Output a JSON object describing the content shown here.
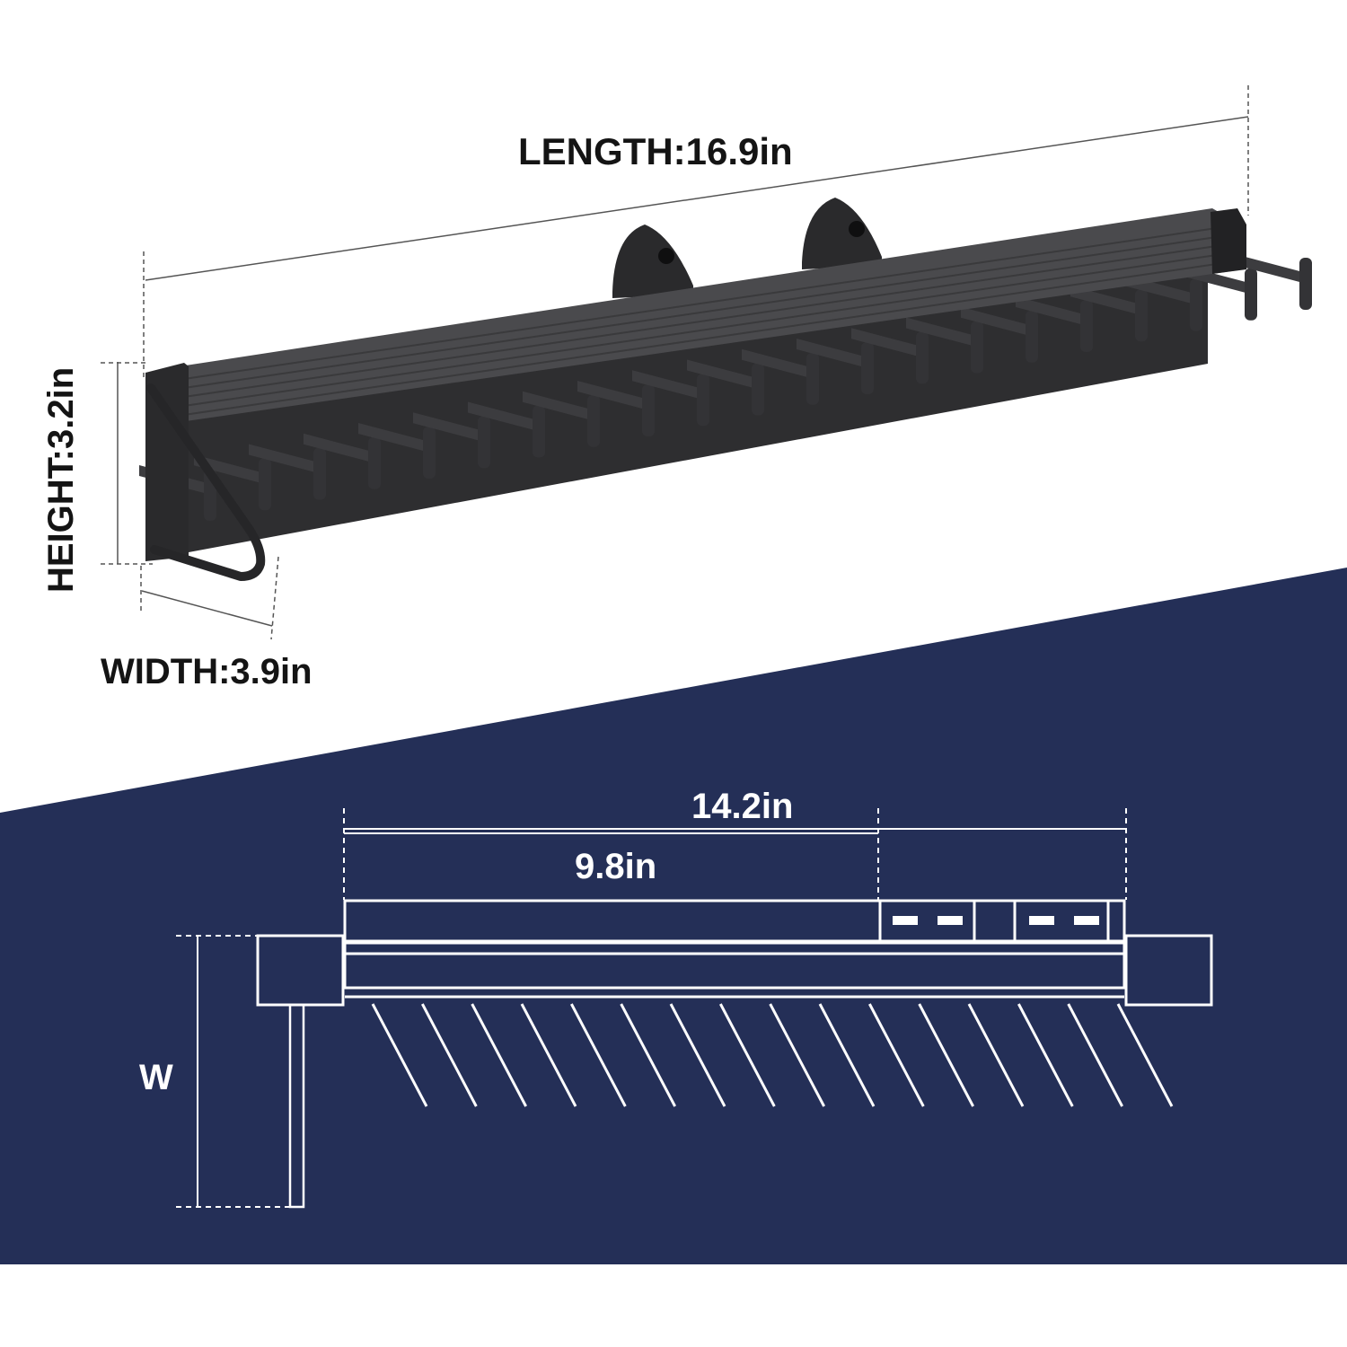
{
  "colors": {
    "background": "#ffffff",
    "navy_panel": "#242f57",
    "product_dark": "#3a3a3c",
    "outline_white": "#ffffff"
  },
  "product_view": {
    "length_label": "LENGTH:16.9in",
    "height_label": "HEIGHT:3.2in",
    "width_label": "WIDTH:3.9in",
    "hook_count": 21
  },
  "schematic": {
    "total_label": "14.2in",
    "partial_label": "9.8in",
    "depth_label": "W",
    "hook_line_count": 16
  }
}
